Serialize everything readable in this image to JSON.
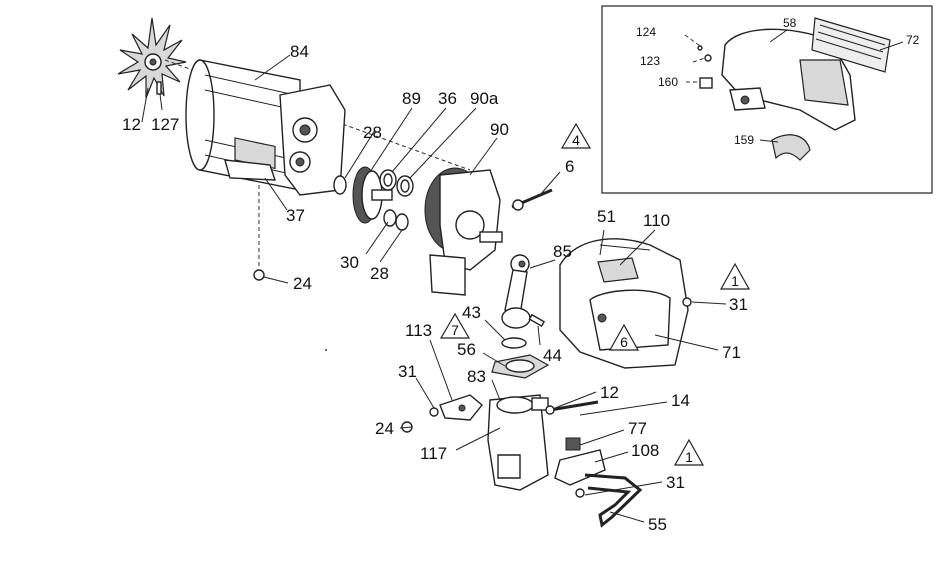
{
  "labels": {
    "l84": "84",
    "l12": "12",
    "l127": "127",
    "l28a": "28",
    "l89": "89",
    "l36": "36",
    "l90a": "90a",
    "l90": "90",
    "l6": "6",
    "l37": "37",
    "l30": "30",
    "l28b": "28",
    "l24a": "24",
    "l51": "51",
    "l110": "110",
    "l85": "85",
    "l31a": "31",
    "l43": "43",
    "l113": "113",
    "l56": "56",
    "l44": "44",
    "l71": "71",
    "l31b": "31",
    "l83": "83",
    "l12b": "12",
    "l14": "14",
    "l24b": "24",
    "l117": "117",
    "l77": "77",
    "l108": "108",
    "l31c": "31",
    "l55": "55"
  },
  "warnings": {
    "w4": "4",
    "w7": "7",
    "w6": "6",
    "w1a": "1",
    "w1b": "1"
  },
  "inset": {
    "l124": "124",
    "l58": "58",
    "l72": "72",
    "l123": "123",
    "l160": "160",
    "l159": "159"
  }
}
